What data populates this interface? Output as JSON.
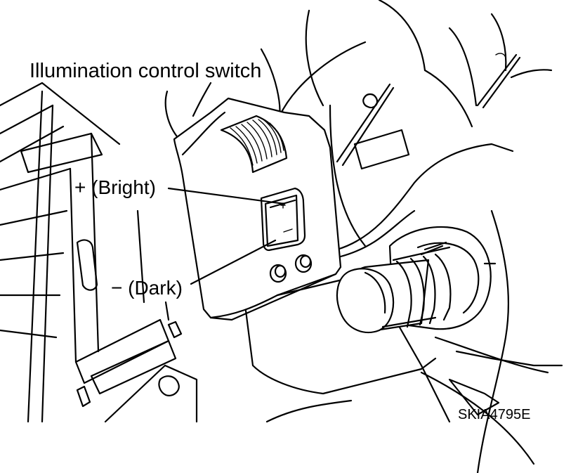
{
  "labels": {
    "title": "Illumination control switch",
    "bright": "+ (Bright)",
    "dark": "− (Dark)",
    "code": "SKIA4795E"
  }
}
